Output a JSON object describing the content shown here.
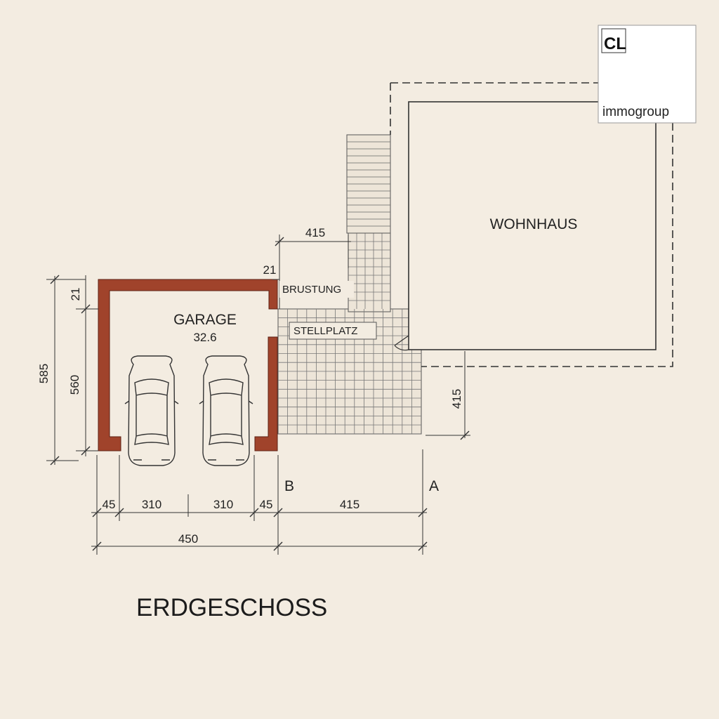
{
  "logo": {
    "mark": "CL",
    "name": "immogroup"
  },
  "rooms": {
    "wohnhaus": "WOHNHAUS",
    "garage": "GARAGE",
    "garage_area": "32.6",
    "brustung": "BRUSTUNG",
    "stellplatz": "STELLPLATZ"
  },
  "dimensions": {
    "top_width": "415",
    "top_wall": "21",
    "left_wall": "21",
    "outer_height": "585",
    "inner_height": "560",
    "right_height": "415",
    "seg_left_wall": "45",
    "seg_bay_1": "310",
    "seg_bay_2": "310",
    "seg_right_wall": "45",
    "seg_stellplatz": "415",
    "garage_total": "450"
  },
  "sections": {
    "b": "B",
    "a": "A"
  },
  "title": "ERDGESCHOSS",
  "colors": {
    "background": "#f3ece1",
    "wall": "#a0432b",
    "wall_edge": "#5e2215",
    "line": "#333333"
  }
}
